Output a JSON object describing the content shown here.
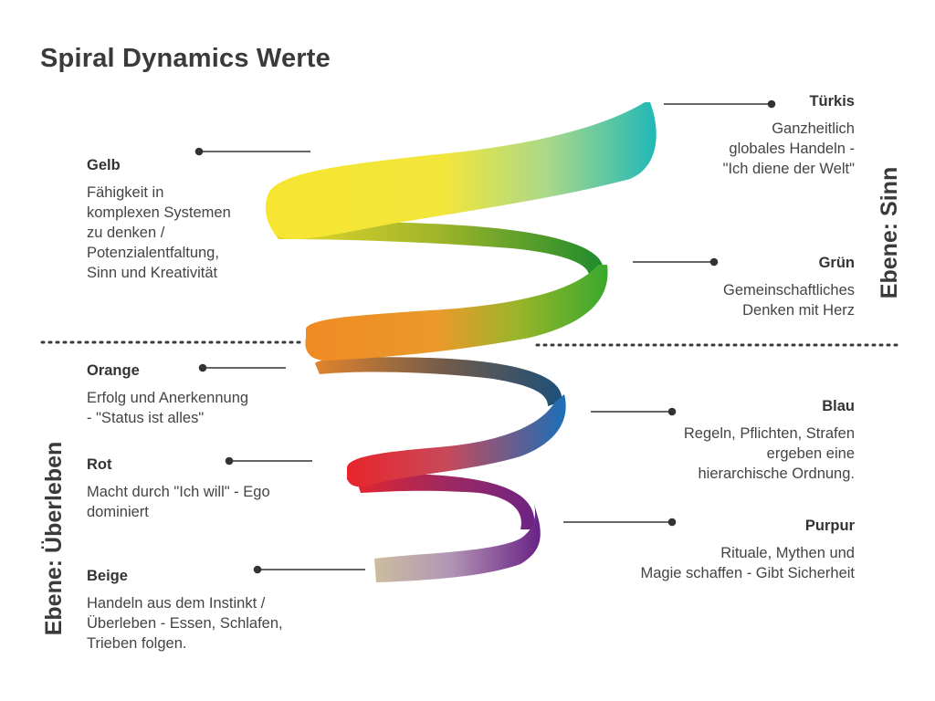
{
  "title": "Spiral Dynamics Werte",
  "levels": {
    "sinn": "Ebene: Sinn",
    "ueberleben": "Ebene: Überleben"
  },
  "stages": {
    "tuerkis": {
      "name": "Türkis",
      "desc": "Ganzheitlich\nglobales Handeln -\n\"Ich diene der Welt\"",
      "color": "#1fb8b8"
    },
    "gelb": {
      "name": "Gelb",
      "desc": "Fähigkeit in\nkomplexen Systemen\nzu denken /\nPotenzialentfaltung,\nSinn und Kreativität",
      "color": "#f7e531"
    },
    "gruen": {
      "name": "Grün",
      "desc": "Gemeinschaftliches\nDenken mit Herz",
      "color": "#3aa92c"
    },
    "orange": {
      "name": "Orange",
      "desc": "Erfolg und Anerkennung\n- \"Status ist alles\"",
      "color": "#f08a24"
    },
    "blau": {
      "name": "Blau",
      "desc": "Regeln, Pflichten, Strafen\nergeben eine\nhierarchische Ordnung.",
      "color": "#1a6fb8"
    },
    "rot": {
      "name": "Rot",
      "desc": "Macht durch \"Ich will\" - Ego\ndominiert",
      "color": "#e8252a"
    },
    "purpur": {
      "name": "Purpur",
      "desc": "Rituale, Mythen und\nMagie schaffen - Gibt Sicherheit",
      "color": "#7a2a8a"
    },
    "beige": {
      "name": "Beige",
      "desc": "Handeln aus dem Instinkt /\nÜberleben - Essen, Schlafen,\nTrieben folgen.",
      "color": "#cbbd9f"
    }
  }
}
